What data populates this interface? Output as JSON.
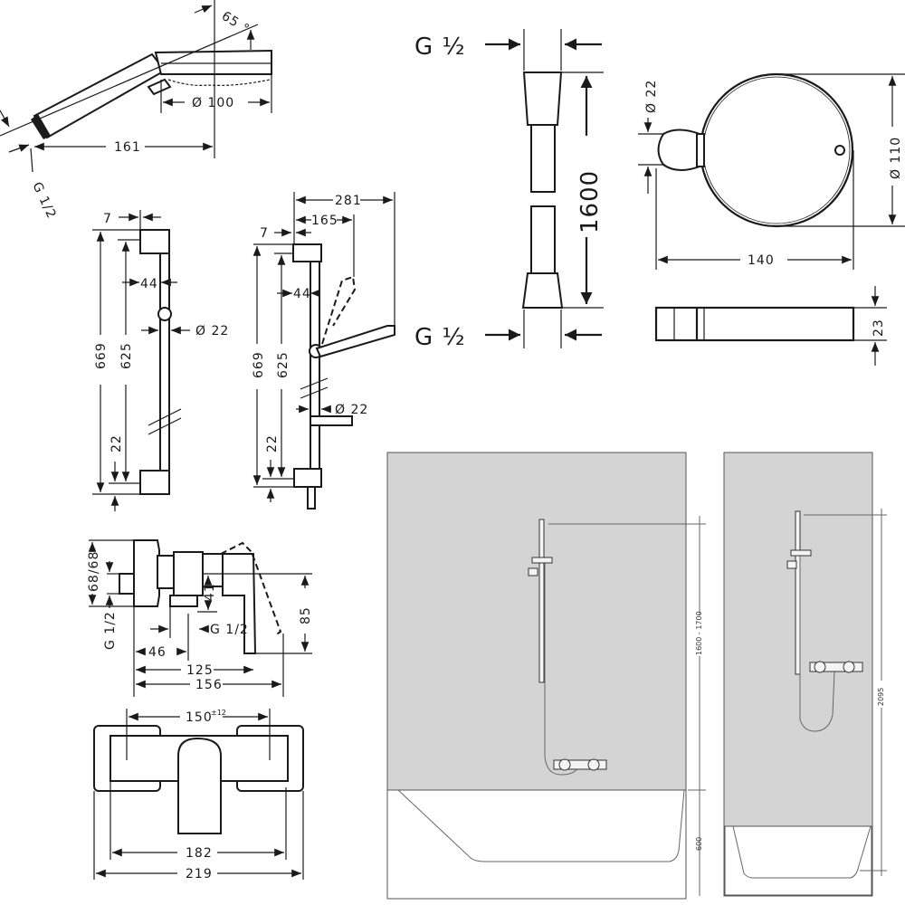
{
  "drawing": {
    "hand_shower": {
      "angle": "65 °",
      "diameter": "Ø 100",
      "length": "161",
      "connection": "G 1/2"
    },
    "rail_left": {
      "top_offset": "7",
      "wall_offset": "44",
      "rail_diameter": "Ø 22",
      "total_height": "669",
      "inner_height": "625",
      "bottom_offset": "22"
    },
    "rail_right": {
      "width_total": "281",
      "width_handshower": "165",
      "top_offset": "7",
      "wall_offset": "44",
      "rail_diameter": "Ø 22",
      "total_height": "669",
      "inner_height": "625",
      "bottom_offset": "22"
    },
    "hose": {
      "top_connection": "G ½",
      "bottom_connection": "G ½",
      "length": "1600"
    },
    "soap_dish": {
      "rail_diameter": "Ø 22",
      "dish_diameter": "Ø 110",
      "width": "140",
      "height": "23"
    },
    "mixer_side": {
      "height": "68/68",
      "inlet": "G 1/2",
      "outlet_height": "41",
      "outlet_connection": "G 1/2",
      "outlet_offset": "46",
      "lever_height": "85",
      "depth_lever": "125",
      "depth_total": "156"
    },
    "mixer_front": {
      "centers": "150",
      "tolerance": "±12",
      "width_body": "182",
      "width_total": "219"
    },
    "installation_bath": {
      "rail_height": "1600 - 1700",
      "bath_height": "600"
    },
    "installation_shower": {
      "rail_height": "2095"
    }
  }
}
